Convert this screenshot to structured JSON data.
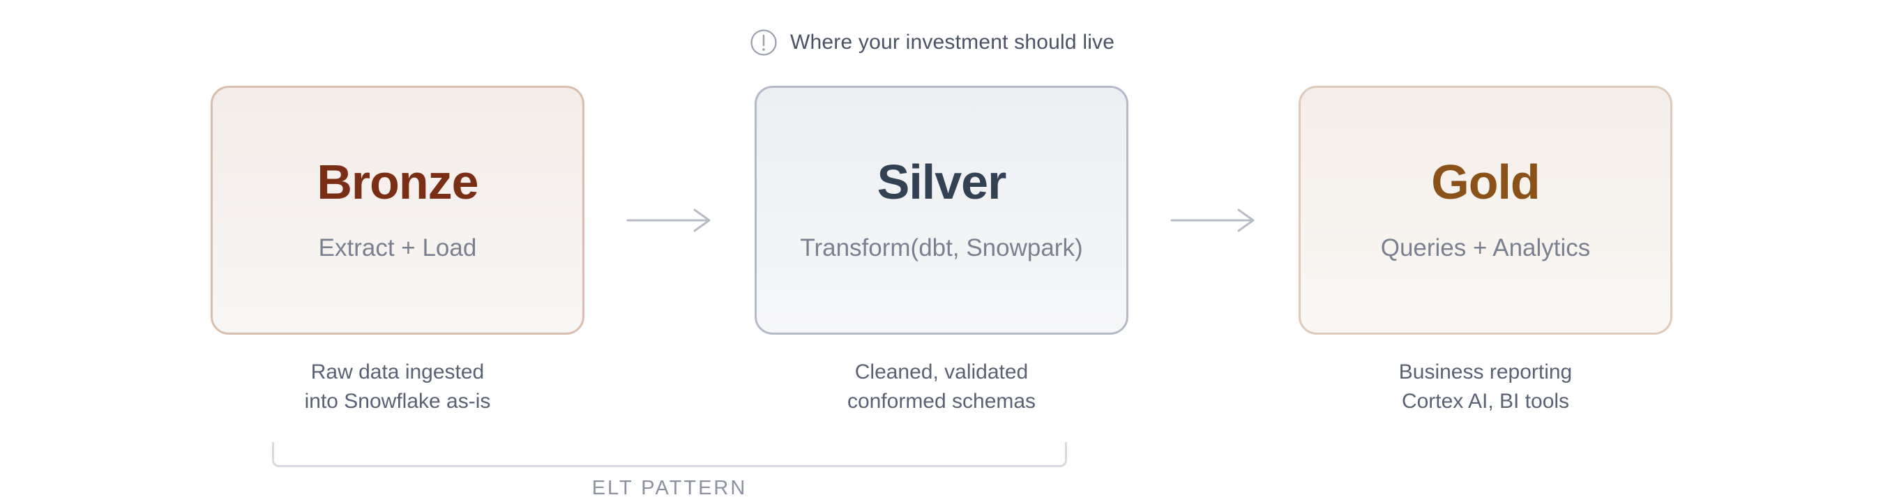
{
  "note": {
    "icon": "exclamation-circle-icon",
    "text": "Where your investment should live"
  },
  "layers": [
    {
      "title": "Bronze",
      "subtitle": "Extract + Load",
      "description_lines": [
        "Raw data ingested",
        "into Snowflake as-is"
      ],
      "title_color": "#7a2e15",
      "border_color": "#d9beae"
    },
    {
      "title": "Silver",
      "subtitle": "Transform(dbt, Snowpark)",
      "description_lines": [
        "Cleaned, validated",
        "conformed schemas"
      ],
      "title_color": "#334155",
      "border_color": "#b4b9c8"
    },
    {
      "title": "Gold",
      "subtitle": "Queries + Analytics",
      "description_lines": [
        "Business reporting",
        "Cortex AI, BI tools"
      ],
      "title_color": "#8a5118",
      "border_color": "#decabb"
    }
  ],
  "connectors": [
    "arrow-right-icon",
    "arrow-right-icon"
  ],
  "bracket": {
    "label": "ELT PATTERN"
  }
}
